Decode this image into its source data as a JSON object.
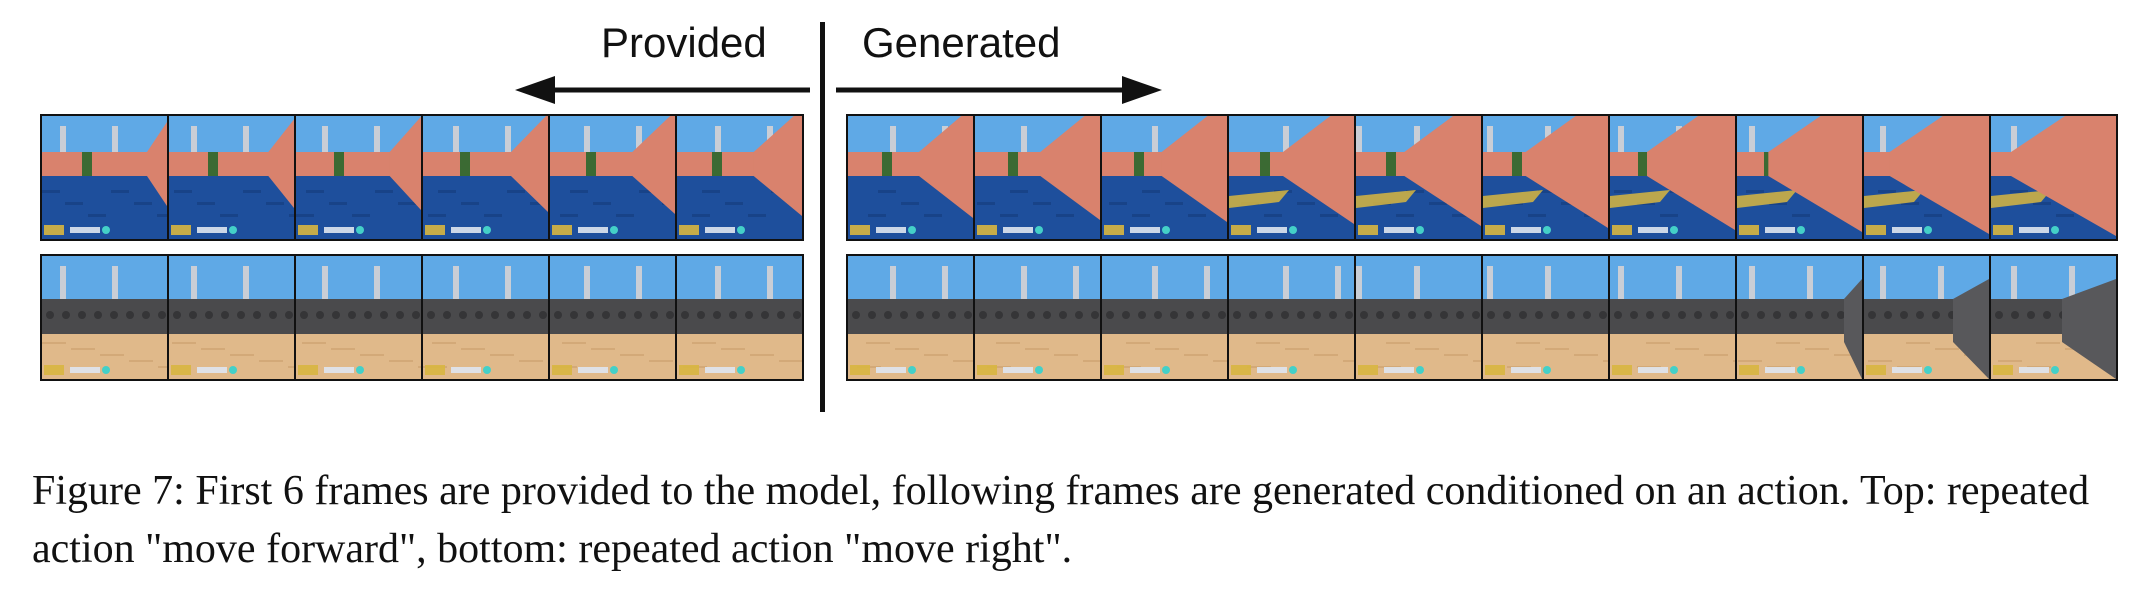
{
  "labels": {
    "provided": "Provided",
    "generated": "Generated"
  },
  "frames": {
    "provided_count": 6,
    "generated_count": 10
  },
  "rows": [
    {
      "name": "top",
      "action": "move forward",
      "floor_color": "#1e4f9c",
      "wall_color": "#d9826d",
      "sky_color": "#5fa9e6"
    },
    {
      "name": "bottom",
      "action": "move right",
      "floor_color": "#e0b98a",
      "wall_color": "#4a4a4c",
      "sky_color": "#5fa9e6"
    }
  ],
  "caption": "Figure 7: First 6 frames are provided to the model, following frames are generated conditioned on an action. Top: repeated action \"move forward\", bottom: repeated action \"move right\"."
}
